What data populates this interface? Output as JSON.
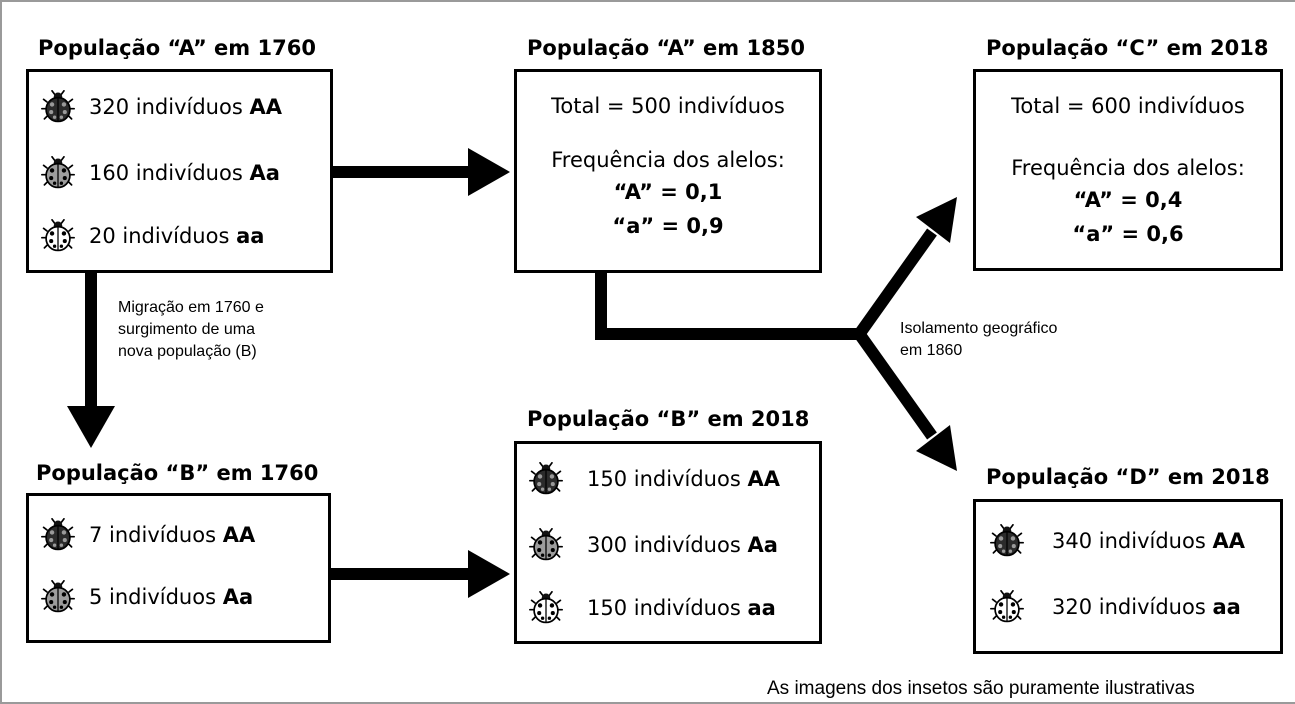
{
  "colors": {
    "dark_bug": "#2b2b2b",
    "mid_bug": "#9d9d9d",
    "light_bug": "#ffffff",
    "line": "#000000"
  },
  "popA1760": {
    "title": "População “A” em 1760",
    "rows": [
      {
        "count": "320 indivíduos",
        "genotype": "AA",
        "icon": "dark-ladybug-icon"
      },
      {
        "count": "160 indivíduos",
        "genotype": "Aa",
        "icon": "gray-ladybug-icon"
      },
      {
        "count": "20 indivíduos",
        "genotype": "aa",
        "icon": "white-ladybug-icon"
      }
    ]
  },
  "popA1850": {
    "title": "População “A” em 1850",
    "total": "Total = 500 indivíduos",
    "freq_label": "Frequência dos alelos:",
    "freq_A": "“A” = 0,1",
    "freq_a": "“a” = 0,9"
  },
  "popC2018": {
    "title": "População “C” em 2018",
    "total": "Total = 600 indivíduos",
    "freq_label": "Frequência dos alelos:",
    "freq_A": "“A” = 0,4",
    "freq_a": "“a” = 0,6"
  },
  "popB1760": {
    "title": "População “B” em 1760",
    "rows": [
      {
        "count": "7 indivíduos",
        "genotype": "AA",
        "icon": "dark-ladybug-icon"
      },
      {
        "count": "5 indivíduos",
        "genotype": "Aa",
        "icon": "gray-ladybug-icon"
      }
    ]
  },
  "popB2018": {
    "title": "População “B” em 2018",
    "rows": [
      {
        "count": "150 indivíduos",
        "genotype": "AA",
        "icon": "dark-ladybug-icon"
      },
      {
        "count": "300 indivíduos",
        "genotype": "Aa",
        "icon": "gray-ladybug-icon"
      },
      {
        "count": "150 indivíduos",
        "genotype": "aa",
        "icon": "white-ladybug-icon"
      }
    ]
  },
  "popD2018": {
    "title": "População “D” em 2018",
    "rows": [
      {
        "count": "340 indivíduos",
        "genotype": "AA",
        "icon": "dark-ladybug-icon"
      },
      {
        "count": "320 indivíduos",
        "genotype": "aa",
        "icon": "white-ladybug-icon"
      }
    ]
  },
  "migration_note": [
    "Migração em 1760 e",
    "surgimento de uma",
    "nova população (B)"
  ],
  "isolation_note": [
    "Isolamento geográfico",
    "em 1860"
  ],
  "credit": "As imagens dos insetos são puramente ilustrativas"
}
